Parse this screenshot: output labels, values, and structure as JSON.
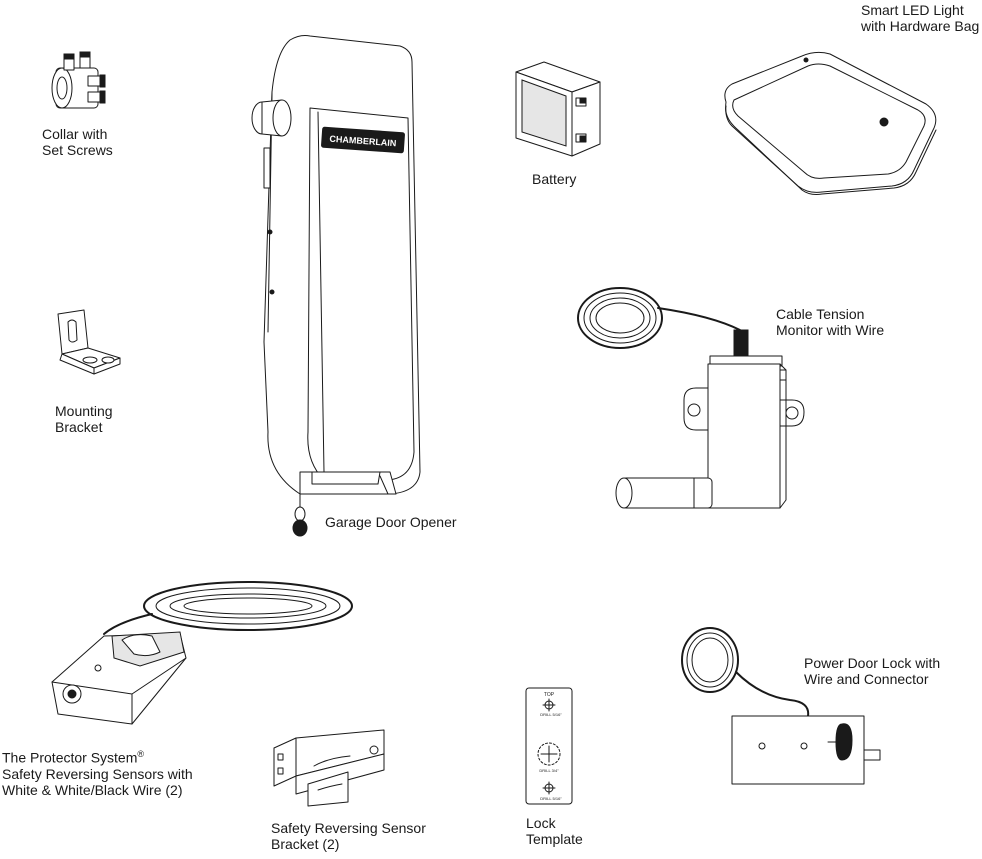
{
  "parts": {
    "collar": "Collar with\nSet Screws",
    "mounting_bracket": "Mounting\nBracket",
    "opener": "Garage Door Opener",
    "brand": "CHAMBERLAIN",
    "battery": "Battery",
    "led_light": "Smart LED Light\nwith Hardware Bag",
    "cable_monitor": "Cable Tension\nMonitor with Wire",
    "protector_line1": "The Protector System",
    "protector_reg": "®",
    "protector_rest": "Safety Reversing Sensors with\nWhite & White/Black Wire (2)",
    "sensor_bracket": "Safety Reversing Sensor\nBracket (2)",
    "lock_template": "Lock\nTemplate",
    "power_lock": "Power Door Lock with\nWire and Connector"
  },
  "template_marks": {
    "top": "TOP",
    "drill_top": "DRILL 5/16\"",
    "drill_mid": "DRILL 3/4\"",
    "drill_bottom": "DRILL 5/16\""
  }
}
